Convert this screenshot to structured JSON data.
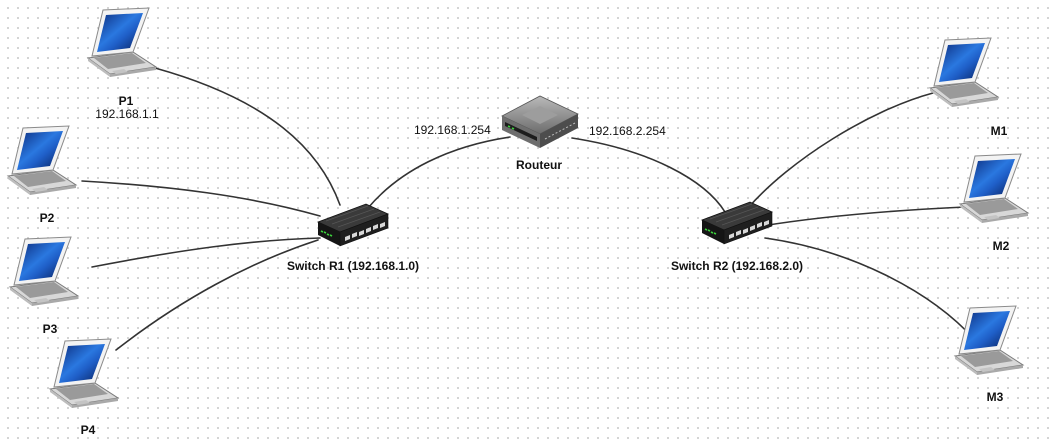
{
  "router": {
    "label": "Routeur",
    "left_ip": "192.168.1.254",
    "right_ip": "192.168.2.254"
  },
  "switches": {
    "r1": {
      "label": "Switch R1 (192.168.1.0)"
    },
    "r2": {
      "label": "Switch R2 (192.168.2.0)"
    }
  },
  "computers": {
    "p1": {
      "label": "P1",
      "ip": "192.168.1.1"
    },
    "p2": {
      "label": "P2"
    },
    "p3": {
      "label": "P3"
    },
    "p4": {
      "label": "P4"
    },
    "m1": {
      "label": "M1"
    },
    "m2": {
      "label": "M2"
    },
    "m3": {
      "label": "M3"
    }
  },
  "colors": {
    "cable": "#333333",
    "screen": "#1c4ea8",
    "laptop_body": "#e6e6e6",
    "switch_body": "#1c1c1c",
    "router_body": "#8a8a8a"
  }
}
